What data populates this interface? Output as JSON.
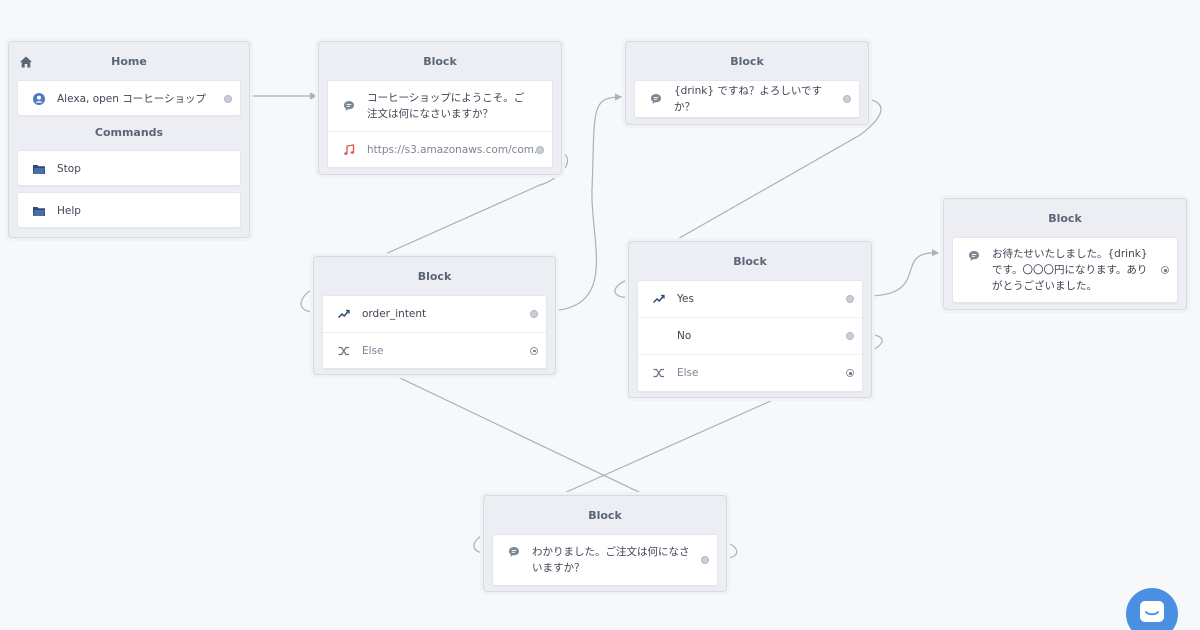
{
  "home": {
    "title": "Home",
    "launch_phrase": "Alexa, open コーヒーショップ",
    "commands_title": "Commands",
    "commands": [
      {
        "label": "Stop",
        "icon": "folder-icon"
      },
      {
        "label": "Help",
        "icon": "folder-icon"
      }
    ]
  },
  "block_welcome": {
    "title": "Block",
    "speech": "コーヒーショップにようこそ。ご注文は何になさいますか？",
    "audio_url": "https://s3.amazonaws.com/com..."
  },
  "block_confirm": {
    "title": "Block",
    "speech": "{drink} ですね？よろしいですか？"
  },
  "block_intent": {
    "title": "Block",
    "intent": "order_intent",
    "else_label": "Else"
  },
  "block_yesno": {
    "title": "Block",
    "yes_label": "Yes",
    "no_label": "No",
    "else_label": "Else"
  },
  "block_done": {
    "title": "Block",
    "speech": "お待たせいたしました。{drink} です。〇〇〇円になります。ありがとうございました。"
  },
  "block_retry": {
    "title": "Block",
    "speech": "わかりました。ご注文は何になさいますか？"
  },
  "colors": {
    "background": "#f7f8fa",
    "block_bg": "#eceef3",
    "wire": "#a9b1be",
    "icon_dark": "#3a4a66",
    "audio_icon": "#e0524b",
    "chat_button": "#4a90e2"
  }
}
